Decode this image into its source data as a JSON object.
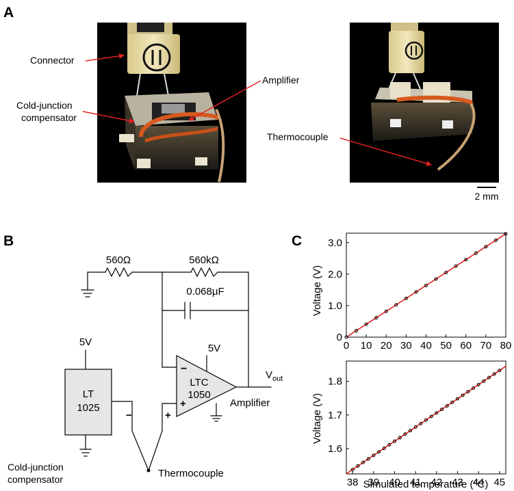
{
  "panels": {
    "a": "A",
    "b": "B",
    "c": "C"
  },
  "photo": {
    "labels": {
      "connector": "Connector",
      "amplifier": "Amplifier",
      "cold_junction_line1": "Cold-junction",
      "cold_junction_line2": "compensator",
      "thermocouple": "Thermocouple"
    },
    "scale_bar": "2 mm",
    "colors": {
      "arrow": "#e02020",
      "background": "#000000",
      "ceramic": "#e9dda6",
      "wire": "#d65a1e"
    }
  },
  "circuit": {
    "resistor1": "560Ω",
    "resistor2": "560kΩ",
    "capacitor": "0.068μF",
    "supply_ref": "5V",
    "supply_amp": "5V",
    "ref_chip_line1": "LT",
    "ref_chip_line2": "1025",
    "amp_chip_line1": "LTC",
    "amp_chip_line2": "1050",
    "minus": "−",
    "plus": "+",
    "tc_minus": "−",
    "tc_plus": "+",
    "vout_main": "V",
    "vout_sub": "out",
    "amplifier_label": "Amplifier",
    "thermocouple_label": "Thermocouple",
    "cold_junction_line1": "Cold-junction",
    "cold_junction_line2": "compensator",
    "colors": {
      "chip_fill": "#e6e6e6"
    }
  },
  "chart_data": [
    {
      "type": "scatter",
      "id": "top",
      "ylabel": "Voltage (V)",
      "xlabel": "",
      "xlim": [
        0,
        80
      ],
      "ylim": [
        0,
        3.3
      ],
      "xticks": [
        "0",
        "10",
        "20",
        "30",
        "40",
        "50",
        "60",
        "70",
        "80"
      ],
      "yticks": [
        "0",
        "1.0",
        "2.0",
        "3.0"
      ],
      "x": [
        0,
        5,
        10,
        15,
        20,
        25,
        30,
        35,
        40,
        45,
        50,
        55,
        60,
        65,
        70,
        75,
        80
      ],
      "y": [
        0.0,
        0.205,
        0.41,
        0.615,
        0.82,
        1.025,
        1.23,
        1.435,
        1.64,
        1.845,
        2.05,
        2.255,
        2.46,
        2.665,
        2.87,
        3.075,
        3.28
      ],
      "fit": [
        [
          0,
          0.0
        ],
        [
          80,
          3.28
        ]
      ],
      "colors": {
        "fit": "#e0201b",
        "points": "#000000"
      }
    },
    {
      "type": "scatter",
      "id": "bottom",
      "ylabel": "Voltage (V)",
      "xlabel": "Simulated temperature (°C)",
      "xlim": [
        37.7,
        45.3
      ],
      "ylim": [
        1.525,
        1.86
      ],
      "xticks": [
        "38",
        "39",
        "40",
        "41",
        "42",
        "43",
        "44",
        "45"
      ],
      "yticks": [
        "1.6",
        "1.7",
        "1.8"
      ],
      "x": [
        38.0,
        38.25,
        38.5,
        38.75,
        39.0,
        39.25,
        39.5,
        39.75,
        40.0,
        40.25,
        40.5,
        40.75,
        41.0,
        41.25,
        41.5,
        41.75,
        42.0,
        42.25,
        42.5,
        42.75,
        43.0,
        43.25,
        43.5,
        43.75,
        44.0,
        44.25,
        44.5,
        44.75,
        45.0
      ],
      "y": [
        1.538,
        1.5485,
        1.559,
        1.5695,
        1.58,
        1.5905,
        1.601,
        1.6115,
        1.622,
        1.6325,
        1.643,
        1.6535,
        1.664,
        1.6745,
        1.685,
        1.6955,
        1.706,
        1.7165,
        1.727,
        1.7375,
        1.748,
        1.7585,
        1.769,
        1.7795,
        1.79,
        1.8005,
        1.811,
        1.8215,
        1.832
      ],
      "fit": [
        [
          37.7,
          1.5254
        ],
        [
          45.3,
          1.8446
        ]
      ],
      "colors": {
        "fit": "#e0201b",
        "points": "#000000"
      }
    }
  ]
}
